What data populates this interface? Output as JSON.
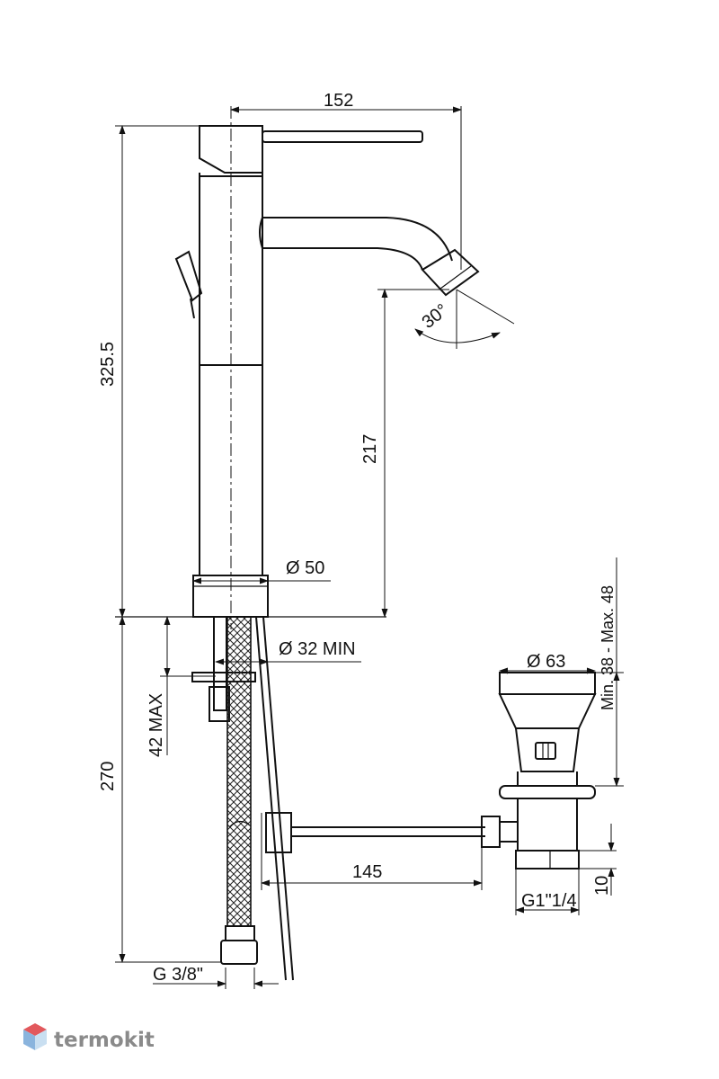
{
  "dimensions": {
    "width_top": "152",
    "total_height": "325.5",
    "spout_height": "217",
    "angle": "30°",
    "base_diameter": "Ø 50",
    "hole_diameter": "Ø 32 MIN",
    "thickness_max": "42 MAX",
    "below_height": "270",
    "hose_thread": "G 3/8\"",
    "pop_up_diameter": "Ø 63",
    "pop_up_range": "Min. 38 - Max. 48",
    "rod_length": "145",
    "waste_thread": "G1\"1/4",
    "waste_offset": "10"
  },
  "brand": {
    "name": "termokit",
    "accent_color": "#e2585c",
    "secondary_color": "#8ab4dd",
    "text_color": "#8a8a8a"
  }
}
